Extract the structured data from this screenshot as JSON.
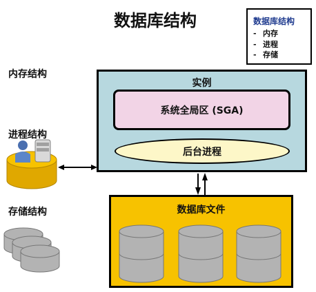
{
  "title": "数据库结构",
  "legend": {
    "title": "数据库结构",
    "items": [
      "内存",
      "进程",
      "存储"
    ],
    "dash": "-"
  },
  "labels": {
    "memory": "内存结构",
    "process": "进程结构",
    "storage": "存储结构"
  },
  "instance": {
    "title": "实例",
    "sga": "系统全局区 (SGA)",
    "background": "后台进程"
  },
  "database_files": {
    "title": "数据库文件"
  },
  "colors": {
    "instance_fill": "#b7d8df",
    "sga_fill": "#f2d4e6",
    "background_fill": "#fdf7c8",
    "dbfiles_fill": "#f7c200",
    "cylinder_fill": "#b3b3b3",
    "legend_title": "#1f3b8f"
  }
}
